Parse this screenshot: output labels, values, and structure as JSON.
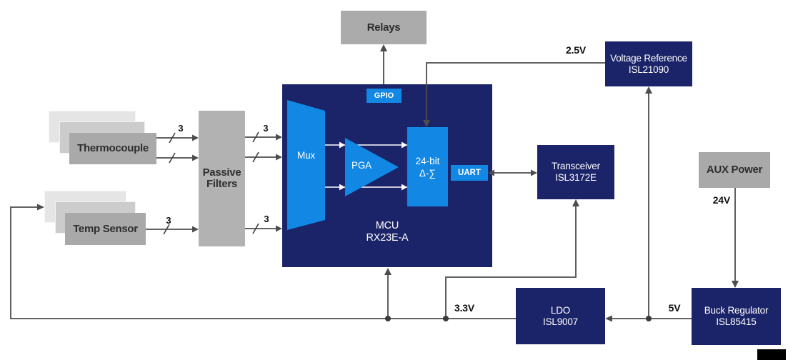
{
  "diagram_type": "system-block-diagram",
  "colors": {
    "navy_block": "#1b2468",
    "bright_blue": "#1287e4",
    "gray_block": "#a9a9a9",
    "gray_block_mid": "#cccccc",
    "gray_block_back": "#e5e5e5",
    "connector": "#4d4d4d",
    "background": "#ffffff",
    "corner_mark": "#000000"
  },
  "blocks": {
    "thermocouple": {
      "label": "Thermocouple"
    },
    "temp_sensor": {
      "label": "Temp Sensor"
    },
    "passive_filters": {
      "lines": [
        "Passive",
        "Filters"
      ]
    },
    "relays": {
      "label": "Relays"
    },
    "mcu": {
      "lines": [
        "MCU",
        "RX23E-A"
      ]
    },
    "mux": {
      "label": "Mux"
    },
    "pga": {
      "label": "PGA"
    },
    "adc_24bit": {
      "lines": [
        "24-bit",
        "Δ-∑"
      ]
    },
    "gpio": {
      "label": "GPIO"
    },
    "uart": {
      "label": "UART"
    },
    "voltage_reference": {
      "lines": [
        "Voltage Reference",
        "ISL21090"
      ]
    },
    "transceiver": {
      "lines": [
        "Transceiver",
        "ISL3172E"
      ]
    },
    "aux_power": {
      "label": "AUX Power"
    },
    "buck_regulator": {
      "lines": [
        "Buck Regulator",
        "ISL85415"
      ]
    },
    "ldo": {
      "lines": [
        "LDO",
        "ISL9007"
      ]
    }
  },
  "net_labels": {
    "v2_5": "2.5V",
    "v24": "24V",
    "v5": "5V",
    "v3_3": "3.3V",
    "bus_width": "3"
  }
}
